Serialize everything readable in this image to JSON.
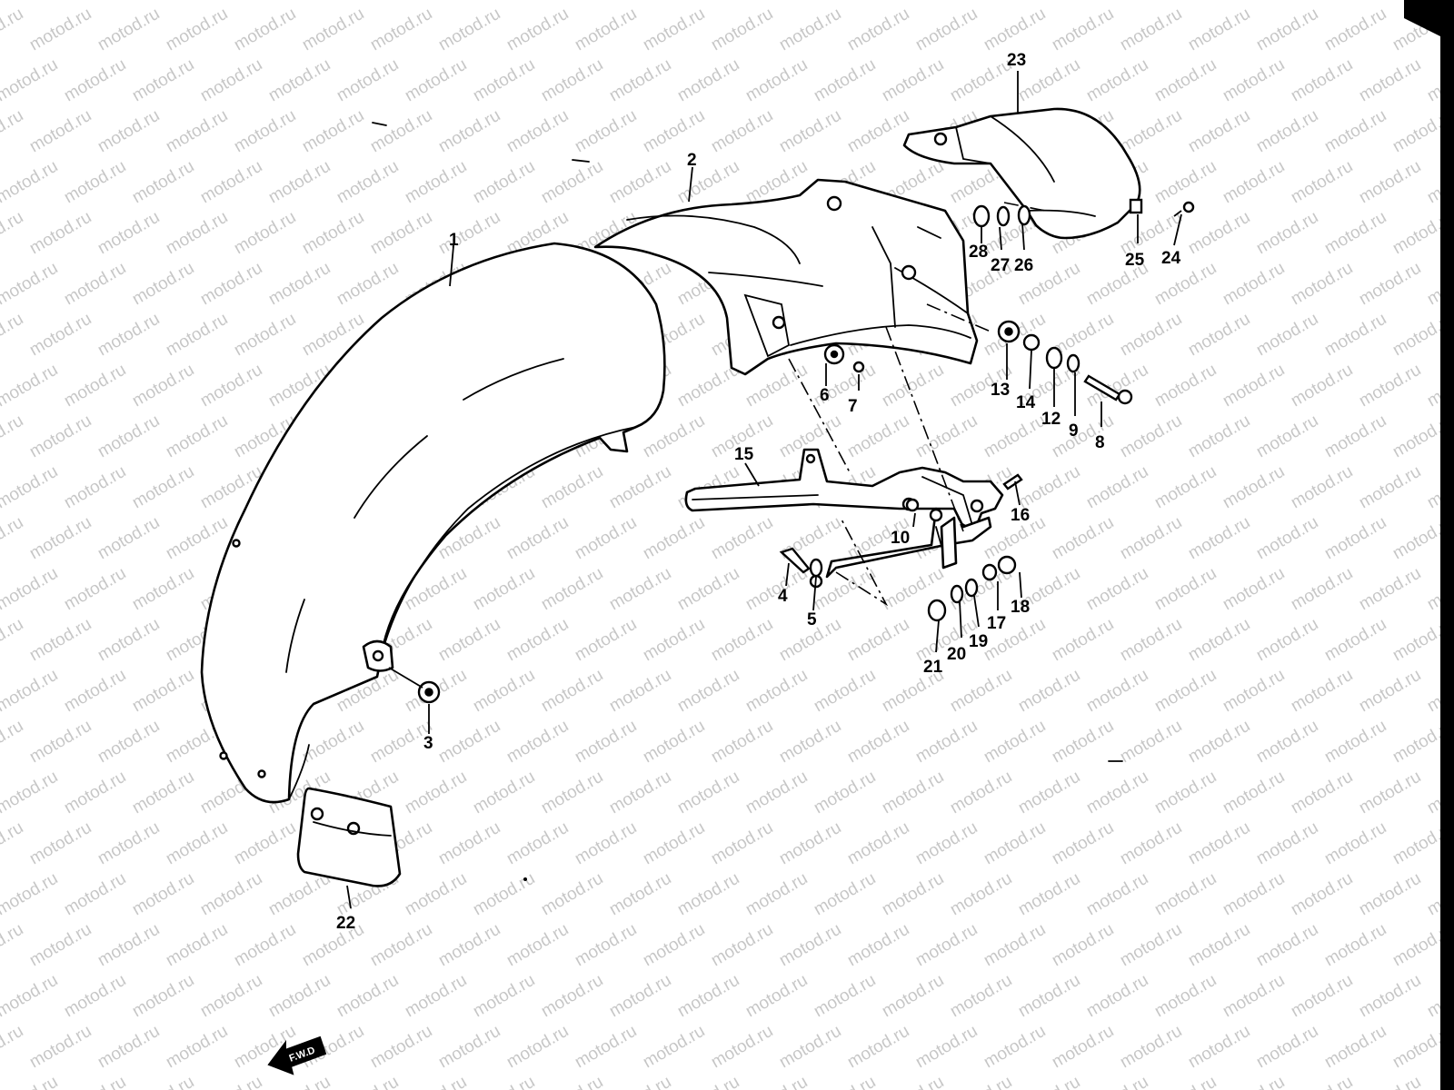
{
  "watermark": "motod.ru",
  "forward_label": "F.W.D",
  "callouts": [
    {
      "id": "p1",
      "text": "1"
    },
    {
      "id": "p2",
      "text": "2"
    },
    {
      "id": "p3",
      "text": "3"
    },
    {
      "id": "p4",
      "text": "4"
    },
    {
      "id": "p5",
      "text": "5"
    },
    {
      "id": "p6",
      "text": "6"
    },
    {
      "id": "p7",
      "text": "7"
    },
    {
      "id": "p8",
      "text": "8"
    },
    {
      "id": "p9",
      "text": "9"
    },
    {
      "id": "p10",
      "text": "10"
    },
    {
      "id": "p12",
      "text": "12"
    },
    {
      "id": "p13",
      "text": "13"
    },
    {
      "id": "p14",
      "text": "14"
    },
    {
      "id": "p15",
      "text": "15"
    },
    {
      "id": "p16",
      "text": "16"
    },
    {
      "id": "p17",
      "text": "17"
    },
    {
      "id": "p18",
      "text": "18"
    },
    {
      "id": "p19",
      "text": "19"
    },
    {
      "id": "p20",
      "text": "20"
    },
    {
      "id": "p21",
      "text": "21"
    },
    {
      "id": "p22",
      "text": "22"
    },
    {
      "id": "p23",
      "text": "23"
    },
    {
      "id": "p24",
      "text": "24"
    },
    {
      "id": "p25",
      "text": "25"
    },
    {
      "id": "p26",
      "text": "26"
    },
    {
      "id": "p27",
      "text": "27"
    },
    {
      "id": "p28",
      "text": "28"
    }
  ],
  "colors": {
    "ink": "#000000",
    "paper": "#ffffff"
  }
}
